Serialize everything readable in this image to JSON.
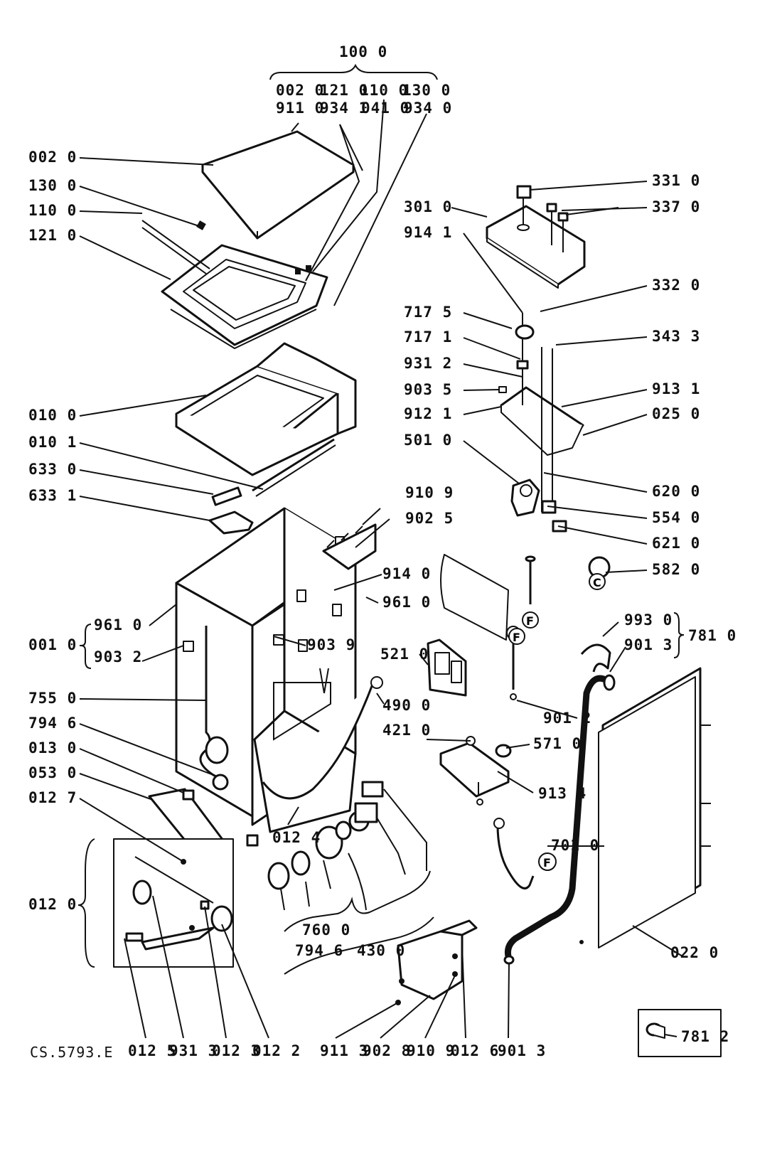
{
  "diagram": {
    "code": "CS.5793.E",
    "labels": [
      {
        "id": "lbl-100-0",
        "text": "100 0"
      },
      {
        "id": "lbl-002-0-top",
        "text": "002 0"
      },
      {
        "id": "lbl-121-0-top",
        "text": "121 0"
      },
      {
        "id": "lbl-110-0-top",
        "text": "110 0"
      },
      {
        "id": "lbl-130-0-top",
        "text": "130 0"
      },
      {
        "id": "lbl-911-0-top",
        "text": "911 0"
      },
      {
        "id": "lbl-934-1-top",
        "text": "934 1"
      },
      {
        "id": "lbl-041-0-top",
        "text": "041 0"
      },
      {
        "id": "lbl-934-0-top",
        "text": "934 0"
      },
      {
        "id": "lbl-002-0",
        "text": "002 0"
      },
      {
        "id": "lbl-130-0",
        "text": "130 0"
      },
      {
        "id": "lbl-110-0",
        "text": "110 0"
      },
      {
        "id": "lbl-121-0",
        "text": "121 0"
      },
      {
        "id": "lbl-010-0",
        "text": "010 0"
      },
      {
        "id": "lbl-010-1",
        "text": "010 1"
      },
      {
        "id": "lbl-633-0",
        "text": "633 0"
      },
      {
        "id": "lbl-633-1",
        "text": "633 1"
      },
      {
        "id": "lbl-001-0",
        "text": "001 0"
      },
      {
        "id": "lbl-961-0-a",
        "text": "961 0"
      },
      {
        "id": "lbl-903-2",
        "text": "903 2"
      },
      {
        "id": "lbl-755-0",
        "text": "755 0"
      },
      {
        "id": "lbl-794-6-a",
        "text": "794 6"
      },
      {
        "id": "lbl-013-0",
        "text": "013 0"
      },
      {
        "id": "lbl-053-0",
        "text": "053 0"
      },
      {
        "id": "lbl-012-7",
        "text": "012 7"
      },
      {
        "id": "lbl-012-0",
        "text": "012 0"
      },
      {
        "id": "lbl-331-0",
        "text": "331 0"
      },
      {
        "id": "lbl-301-0",
        "text": "301 0"
      },
      {
        "id": "lbl-337-0",
        "text": "337 0"
      },
      {
        "id": "lbl-914-1",
        "text": "914 1"
      },
      {
        "id": "lbl-332-0",
        "text": "332 0"
      },
      {
        "id": "lbl-717-5",
        "text": "717 5"
      },
      {
        "id": "lbl-717-1",
        "text": "717 1"
      },
      {
        "id": "lbl-343-3",
        "text": "343 3"
      },
      {
        "id": "lbl-931-2",
        "text": "931 2"
      },
      {
        "id": "lbl-903-5",
        "text": "903 5"
      },
      {
        "id": "lbl-913-1",
        "text": "913 1"
      },
      {
        "id": "lbl-912-1",
        "text": "912 1"
      },
      {
        "id": "lbl-025-0",
        "text": "025 0"
      },
      {
        "id": "lbl-501-0",
        "text": "501 0"
      },
      {
        "id": "lbl-620-0",
        "text": "620 0"
      },
      {
        "id": "lbl-554-0",
        "text": "554 0"
      },
      {
        "id": "lbl-621-0",
        "text": "621 0"
      },
      {
        "id": "lbl-582-0",
        "text": "582 0"
      },
      {
        "id": "lbl-910-9-a",
        "text": "910 9"
      },
      {
        "id": "lbl-902-5",
        "text": "902 5"
      },
      {
        "id": "lbl-914-0",
        "text": "914 0"
      },
      {
        "id": "lbl-961-0-b",
        "text": "961 0"
      },
      {
        "id": "lbl-903-9",
        "text": "903 9"
      },
      {
        "id": "lbl-521-0",
        "text": "521 0"
      },
      {
        "id": "lbl-490-0",
        "text": "490 0"
      },
      {
        "id": "lbl-421-0",
        "text": "421 0"
      },
      {
        "id": "lbl-571-0",
        "text": "571 0"
      },
      {
        "id": "lbl-913-4",
        "text": "913 4"
      },
      {
        "id": "lbl-901-2",
        "text": "901 2"
      },
      {
        "id": "lbl-993-0",
        "text": "993 0"
      },
      {
        "id": "lbl-901-3-a",
        "text": "901 3"
      },
      {
        "id": "lbl-781-0",
        "text": "781 0"
      },
      {
        "id": "lbl-701-0",
        "text": "701 0"
      },
      {
        "id": "lbl-012-4",
        "text": "012 4"
      },
      {
        "id": "lbl-760-0",
        "text": "760 0"
      },
      {
        "id": "lbl-794-6-b",
        "text": "794 6"
      },
      {
        "id": "lbl-430-0",
        "text": "430 0"
      },
      {
        "id": "lbl-022-0",
        "text": "022 0"
      },
      {
        "id": "lbl-781-2",
        "text": "781 2"
      },
      {
        "id": "lbl-012-5",
        "text": "012 5"
      },
      {
        "id": "lbl-931-3",
        "text": "931 3"
      },
      {
        "id": "lbl-012-3",
        "text": "012 3"
      },
      {
        "id": "lbl-012-2",
        "text": "012 2"
      },
      {
        "id": "lbl-911-3",
        "text": "911 3"
      },
      {
        "id": "lbl-902-8",
        "text": "902 8"
      },
      {
        "id": "lbl-910-9-b",
        "text": "910 9"
      },
      {
        "id": "lbl-012-6",
        "text": "012 6"
      },
      {
        "id": "lbl-901-3-b",
        "text": "901 3"
      }
    ],
    "markers": [
      "F",
      "C",
      "F",
      "F"
    ]
  }
}
